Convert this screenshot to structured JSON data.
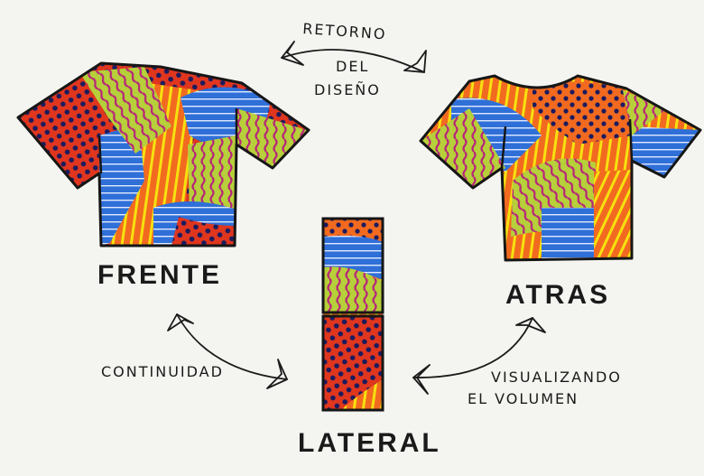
{
  "labels": {
    "front": "FRENTE",
    "back": "ATRAS",
    "side": "LATERAL",
    "top_note_line1": "RETORNO",
    "top_note_line2": "DEL",
    "top_note_line3": "DISEÑO",
    "left_note": "CONTINUIDAD",
    "right_note_line1": "VISUALIZANDO",
    "right_note_line2": "EL VOLUMEN"
  },
  "colors": {
    "paper": "#f4f4f1",
    "ink": "#161616",
    "orange": "#f26a1f",
    "red": "#e0361e",
    "yellow": "#f6e10f",
    "blue": "#2f6fd8",
    "lime": "#b6cf3a",
    "magenta": "#b8247a",
    "navy": "#1b1b5e"
  }
}
